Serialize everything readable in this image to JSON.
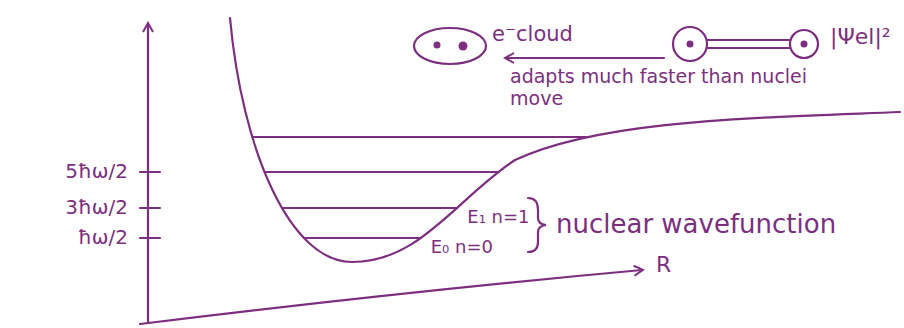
{
  "diagram": {
    "labels": [
      "e⁻cloud",
      "|Ψel|²",
      "adapts much faster than nuclei move",
      "5ħω/2",
      "3ħω/2",
      "ħω/2",
      "E₁ n=1",
      "E₀ n=0",
      "nuclear wavefunction",
      "R"
    ]
  }
}
